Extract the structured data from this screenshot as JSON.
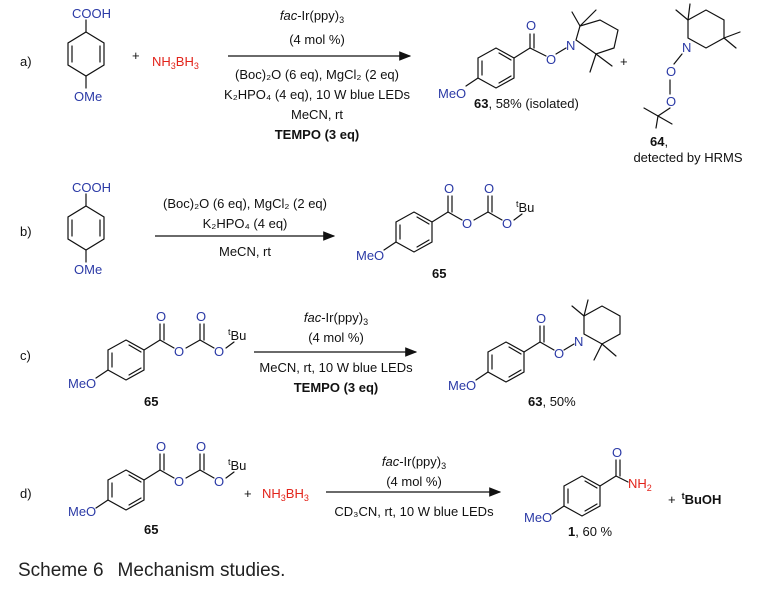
{
  "caption": {
    "label": "Scheme 6",
    "text": "Mechanism studies."
  },
  "a": {
    "tag": "a)",
    "cooh": "COOH",
    "ome": "OMe",
    "plus": "+",
    "cond_catalyst": "-Ir(ppy)",
    "cond_loading": "(4 mol %)",
    "cond_2": "(Boc)₂O (6 eq), MgCl₂ (2 eq)",
    "cond_3": "K₂HPO₄ (4 eq), 10 W blue LEDs",
    "cond_4": "MeCN, rt",
    "cond_5": "TEMPO (3 eq)",
    "p63_label": "63",
    "p63_yield": ", 58% (isolated)",
    "p64_label": "64",
    "p64_detect": "detected by HRMS"
  },
  "b": {
    "tag": "b)",
    "cond_1": "(Boc)₂O (6 eq), MgCl₂ (2 eq)",
    "cond_2": "K₂HPO₄ (4 eq)",
    "cond_3": "MeCN, rt",
    "p65_label": "65"
  },
  "c": {
    "tag": "c)",
    "cond_loading": "(4 mol %)",
    "cond_2": "MeCN, rt, 10 W blue LEDs",
    "cond_3": "TEMPO (3 eq)",
    "s65_label": "65",
    "p63_label": "63",
    "p63_yield": ", 50%"
  },
  "d": {
    "tag": "d)",
    "cond_loading": "(4 mol %)",
    "cond_2": "CD₃CN, rt, 10 W blue LEDs",
    "s65_label": "65",
    "p1_label": "1",
    "p1_yield": ", 60 %",
    "byproduct_plus": "+"
  },
  "common": {
    "fac": "fac",
    "ome": "MeO",
    "o": "O",
    "n": "N",
    "tbu_t": "t",
    "tbu": "Bu",
    "nh3bh3_nh": "NH",
    "nh3bh3_b": "BH",
    "nh2": "NH",
    "tbuoh": "BuOH"
  }
}
